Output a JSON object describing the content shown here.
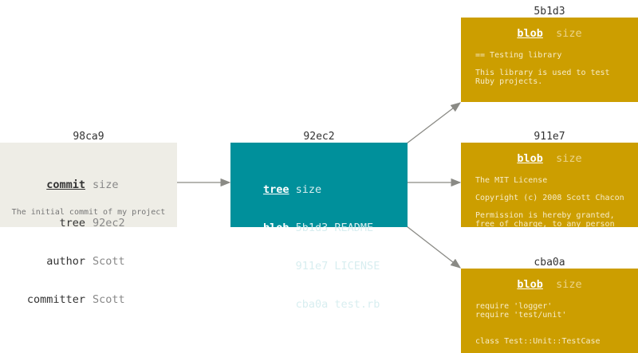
{
  "commit": {
    "id": "98ca9",
    "type": "commit",
    "size": "size",
    "fields": [
      {
        "k": "tree",
        "v": "92ec2"
      },
      {
        "k": "author",
        "v": "Scott"
      },
      {
        "k": "committer",
        "v": "Scott"
      }
    ],
    "message": "The initial commit of my project"
  },
  "tree": {
    "id": "92ec2",
    "type": "tree",
    "size": "size",
    "entries": [
      {
        "k": "blob",
        "v": "5b1d3 README"
      },
      {
        "k": "blob",
        "v": "911e7 LICENSE"
      },
      {
        "k": "blob",
        "v": "cba0a test.rb"
      }
    ]
  },
  "blobs": [
    {
      "id": "5b1d3",
      "type": "blob",
      "size": "size",
      "lines": [
        "== Testing library",
        "",
        "This library is used to test",
        "Ruby projects."
      ]
    },
    {
      "id": "911e7",
      "type": "blob",
      "size": "size",
      "lines": [
        "The MIT License",
        "",
        "Copyright (c) 2008 Scott Chacon",
        "",
        "Permission is hereby granted,",
        "free of charge, to any person"
      ]
    },
    {
      "id": "cba0a",
      "type": "blob",
      "size": "size",
      "lines": [
        "require 'logger'",
        "require 'test/unit'",
        "",
        "",
        "class Test::Unit::TestCase"
      ]
    }
  ],
  "colors": {
    "commit": "#eeede6",
    "tree": "#00909b",
    "blob": "#cc9e00",
    "arrow": "#8a8a85"
  }
}
